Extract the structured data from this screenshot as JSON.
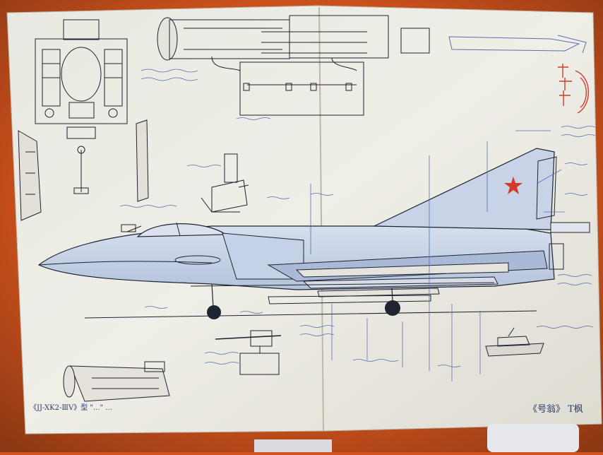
{
  "photo": {
    "subject": "hand-drawn technical sketch sheet",
    "colors": {
      "table": "#d2541e",
      "paper": "#ecebe4",
      "paper_shadow": "#d9d6cc",
      "ink": "#1d2430",
      "pencil_blue": "#5a6fb0",
      "fill_blue": "#b9c6de",
      "star_red": "#d23a2a"
    },
    "icons": [
      "red-star-icon",
      "landing-gear-wheel-icon"
    ]
  },
  "captions": {
    "bottom_left": "《JJ-XK2-ⅢV》型 \"...\" ...",
    "bottom_right": "《号翁》 T枫"
  }
}
